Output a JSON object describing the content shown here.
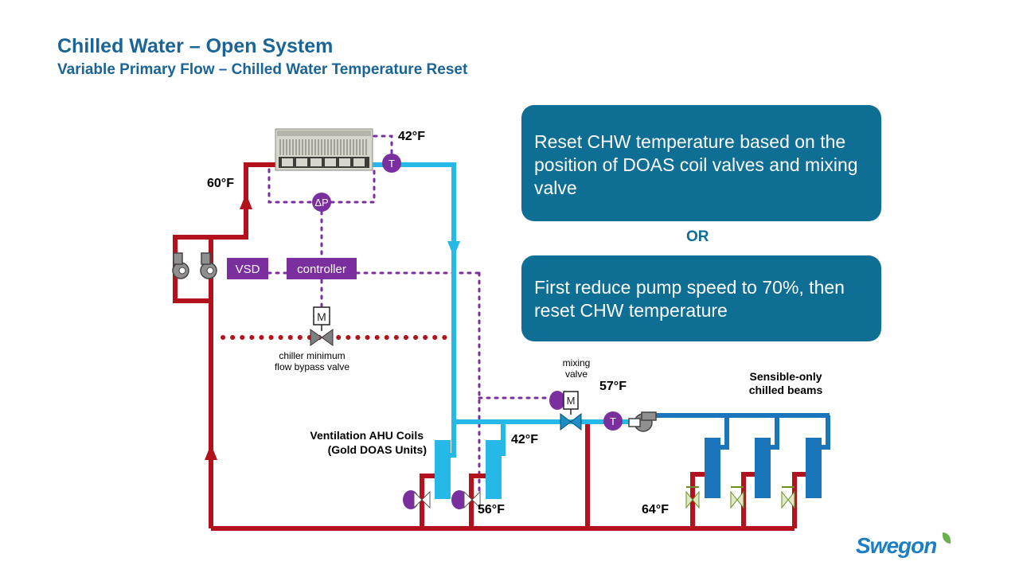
{
  "header": {
    "title": "Chilled Water – Open System",
    "subtitle": "Variable Primary Flow – Chilled Water Temperature Reset"
  },
  "callouts": {
    "first": "Reset CHW temperature based on the position of DOAS coil valves and mixing valve",
    "or": "OR",
    "second": "First reduce pump speed to 70%, then reset CHW temperature"
  },
  "labels": {
    "temp_supply": "42°F",
    "temp_return": "60°F",
    "temp_ahu_supply": "42°F",
    "temp_ahu_return": "56°F",
    "temp_beam_supply": "57°F",
    "temp_beam_return": "64°F",
    "vsd": "VSD",
    "controller": "controller",
    "motor": "M",
    "motor_mixing": "M",
    "sensor_t1": "T",
    "sensor_t2": "T",
    "dp_sensor": "ΔP",
    "bypass_valve_line1": "chiller minimum",
    "bypass_valve_line2": "flow bypass valve",
    "mixing_valve_line1": "mixing",
    "mixing_valve_line2": "valve",
    "ahu_line1": "Ventilation AHU Coils",
    "ahu_line2": "(Gold DOAS Units)",
    "beams_line1": "Sensible-only",
    "beams_line2": "chilled beams"
  },
  "logo": "Swegon",
  "colors": {
    "title": "#1a6496",
    "callout_bg": "#0e6e94",
    "return_pipe": "#b3121c",
    "supply_pipe": "#26b8e6",
    "beam_pipe": "#1b75bb",
    "control_signal": "#7b2f9e",
    "logo": "#1c7fc4"
  }
}
